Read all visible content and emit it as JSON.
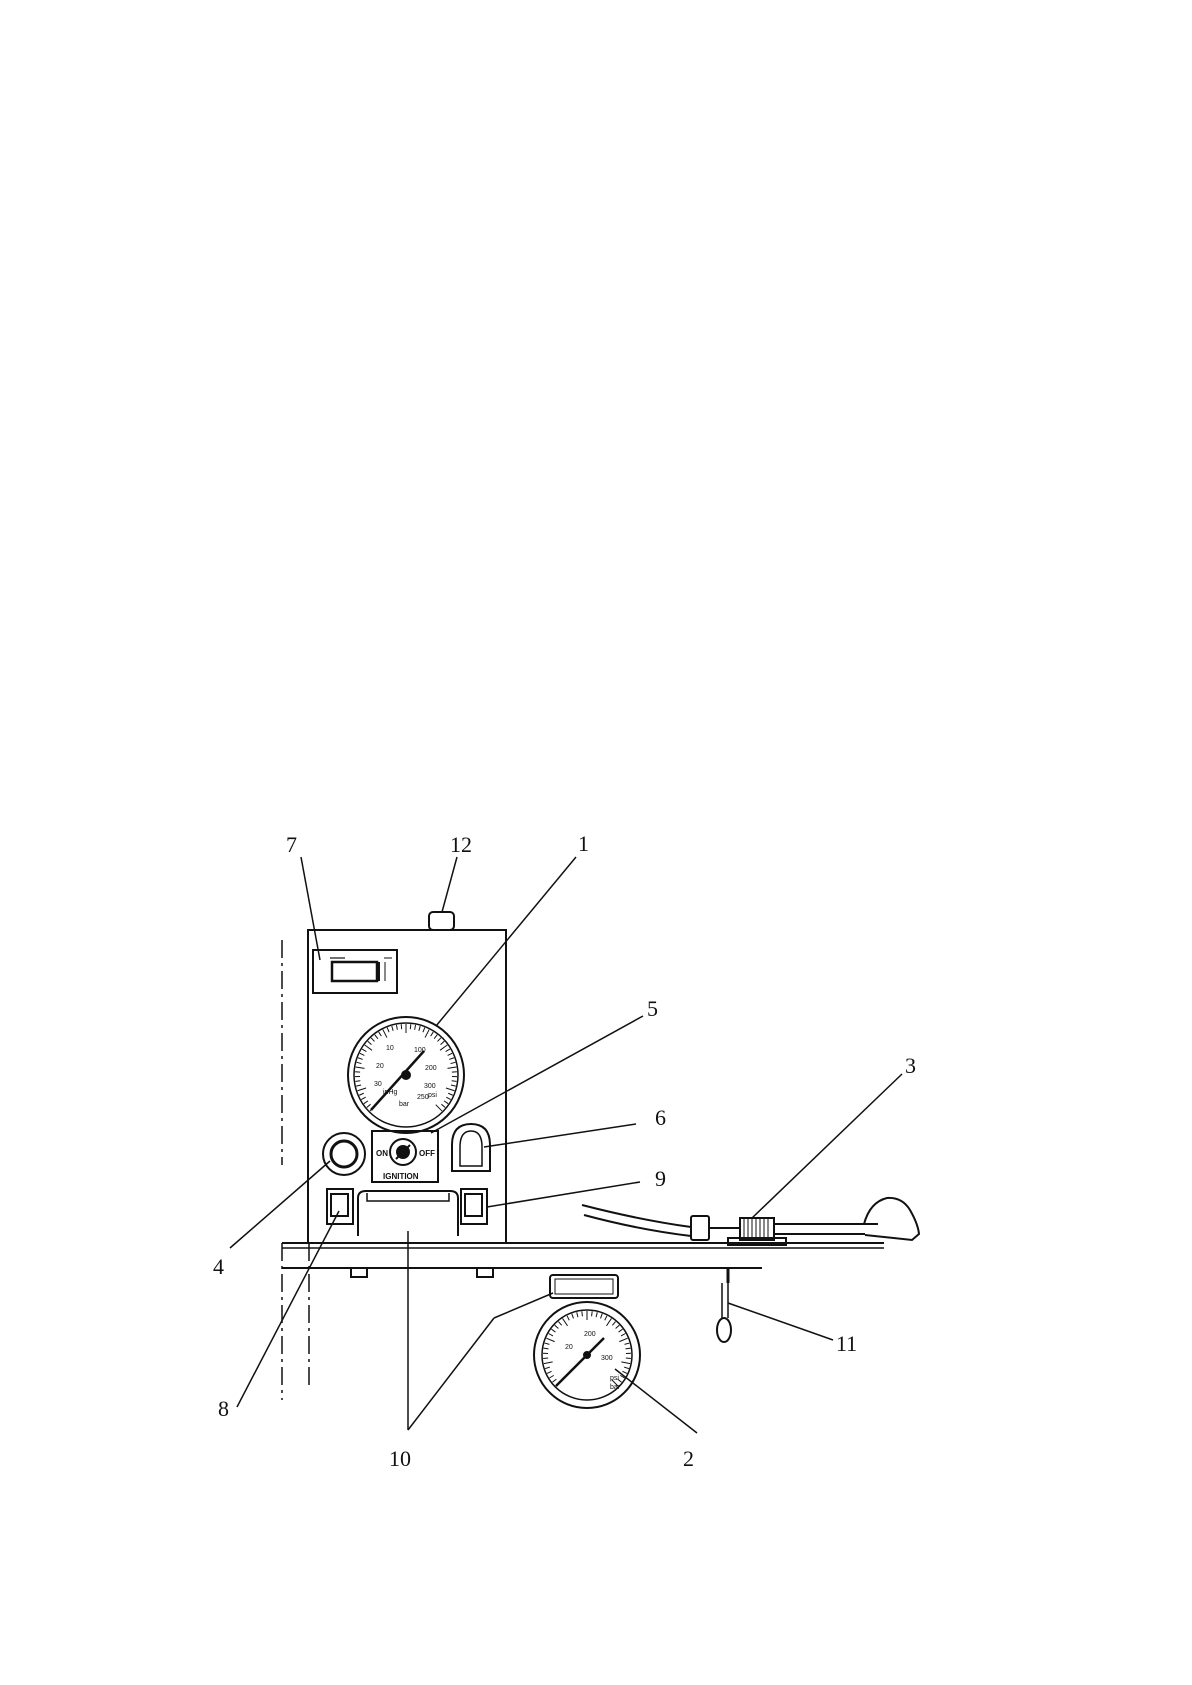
{
  "callouts": {
    "c1": "1",
    "c2": "2",
    "c3": "3",
    "c4": "4",
    "c5": "5",
    "c6": "6",
    "c7": "7",
    "c8": "8",
    "c9": "9",
    "c10": "10",
    "c11": "11",
    "c12": "12"
  },
  "panel": {
    "switch_on": "ON",
    "switch_off": "OFF",
    "ignition": "IGNITION"
  },
  "gauges": {
    "vacuum_pressure": {
      "inner_scale": [
        "10",
        "20",
        "30"
      ],
      "outer_scale": [
        "100",
        "200",
        "300",
        "250"
      ],
      "units": [
        "inHg",
        "psi",
        "bar"
      ]
    },
    "lower_pressure": {
      "scale": [
        "20",
        "200",
        "300"
      ],
      "units": [
        "psi",
        "bar"
      ]
    }
  },
  "colors": {
    "line": "#111111",
    "background": "#ffffff"
  }
}
